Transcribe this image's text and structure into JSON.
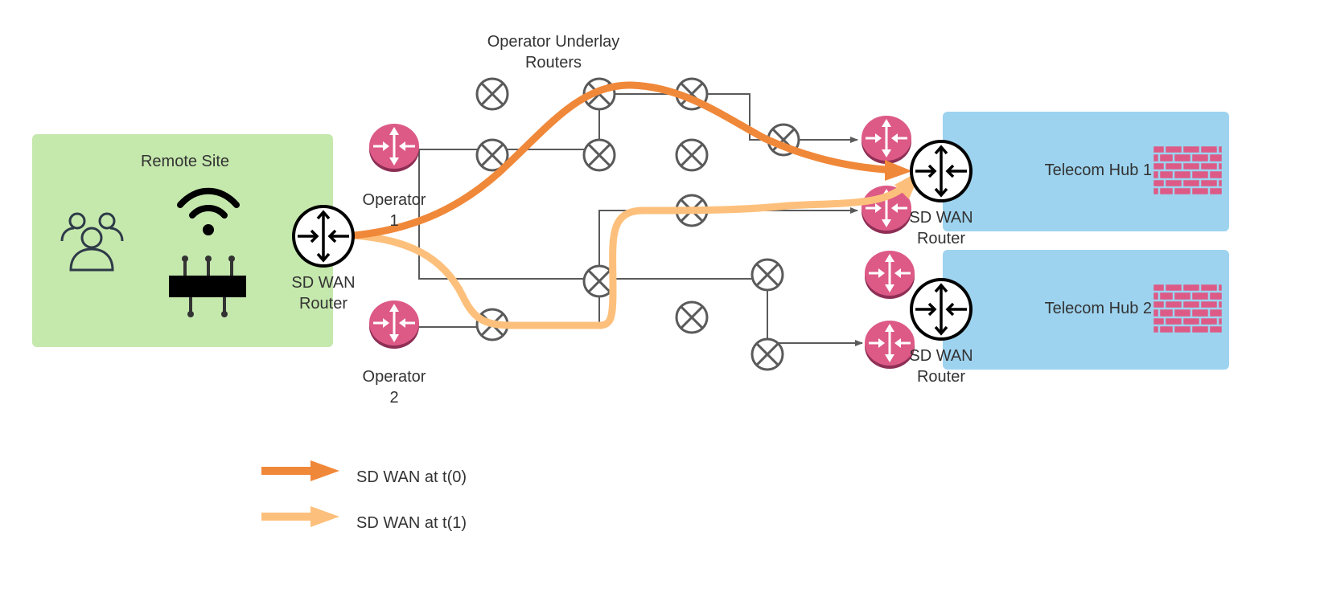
{
  "colors": {
    "remote_site_bg": "#c5e8ad",
    "hub_bg": "#9dd3ef",
    "router_pink": "#dd5a86",
    "router_pink_shadow": "#8e2f55",
    "path_t0": "#f0883a",
    "path_t1": "#fdc07c",
    "link_gray": "#5a5a5a",
    "firewall": "#dd5a86"
  },
  "icons": {
    "users": "users-icon",
    "wifi": "wifi-icon",
    "access_point": "access-point-icon",
    "sdwan_router": "sdwan-router-icon",
    "operator_router": "operator-router-icon",
    "underlay_router": "underlay-router-icon",
    "firewall": "firewall-icon"
  },
  "remote_site": {
    "title": "Remote Site",
    "router_label_line1": "SD WAN",
    "router_label_line2": "Router"
  },
  "underlay": {
    "title_line1": "Operator Underlay",
    "title_line2": "Routers"
  },
  "operators": [
    {
      "line1": "Operator",
      "line2": "1"
    },
    {
      "line1": "Operator",
      "line2": "2"
    }
  ],
  "hubs": [
    {
      "title": "Telecom Hub 1",
      "router_label_line1": "SD WAN",
      "router_label_line2": "Router"
    },
    {
      "title": "Telecom Hub 2",
      "router_label_line1": "SD WAN",
      "router_label_line2": "Router"
    }
  ],
  "legend": [
    {
      "label": "SD WAN at t(0)",
      "color": "#f0883a"
    },
    {
      "label": "SD WAN at t(1)",
      "color": "#fdc07c"
    }
  ]
}
